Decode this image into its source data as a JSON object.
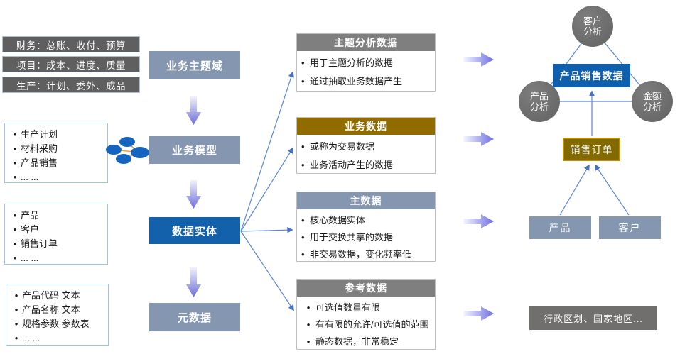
{
  "colors": {
    "primary_blue": "#1360AB",
    "slate_blue": "#8496B0",
    "dark_gold": "#8F6B00",
    "gold_border": "#BF9000",
    "gray_header": "#7F7F7F",
    "dark_gray_box": "#5F5F5F",
    "circle_gray": "#6B6B6B",
    "reference_gray": "#716E6E",
    "connector_blue": "#4472C4",
    "arrow_gradient_purple": "#6E6EDA"
  },
  "left_panel": {
    "business_domains": [
      "财务：总账、收付、预算",
      "项目：成本、进度、质量",
      "生产：计划、委外、成品"
    ],
    "business_models": [
      "生产计划",
      "材料采购",
      "产品销售",
      "... ..."
    ],
    "data_entities": [
      "产品",
      "客户",
      "销售订单",
      "... ..."
    ],
    "metadata_items": [
      "产品代码 文本",
      "产品名称 文本",
      "规格参数 参数表",
      "... ..."
    ]
  },
  "pipeline": {
    "stage_subject_domain": "业务主题域",
    "stage_business_model": "业务模型",
    "stage_data_entity": "数据实体",
    "stage_metadata": "元数据"
  },
  "data_types": [
    {
      "title": "主题分析数据",
      "bullets": [
        "用于主题分析的数据",
        "通过抽取业务数据产生"
      ]
    },
    {
      "title": "业务数据",
      "bullets": [
        "或称为交易数据",
        "业务活动产生的数据"
      ]
    },
    {
      "title": "主数据",
      "bullets": [
        "核心数据实体",
        "用于交换共享的数据",
        "非交易数据，变化频率低"
      ]
    },
    {
      "title": "参考数据",
      "bullets": [
        "可选值数量有限",
        "有有限的允许/可选值的范围",
        "静态数据，非常稳定"
      ]
    }
  ],
  "examples": {
    "analysis_circles": [
      "客户分析",
      "产品分析",
      "金额分析"
    ],
    "subject_data": "产品销售数据",
    "business_data": "销售订单",
    "master_data": [
      "产品",
      "客户"
    ],
    "reference_data": "行政区划、国家地区..."
  }
}
